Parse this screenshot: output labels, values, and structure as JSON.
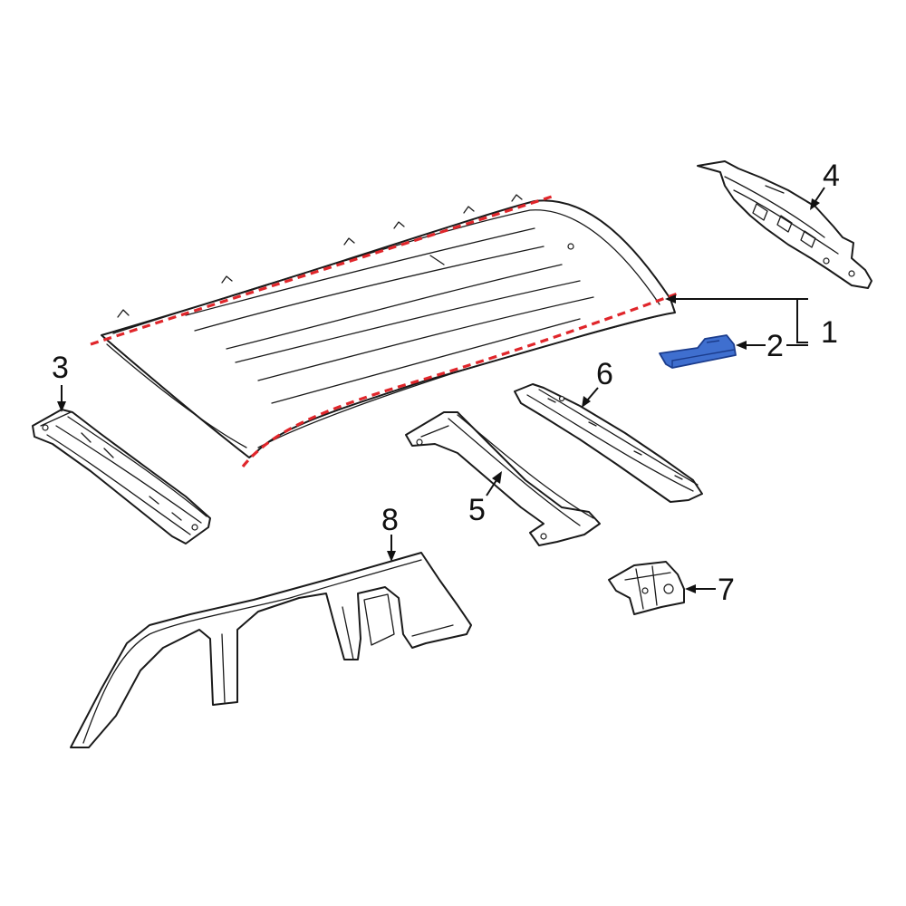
{
  "colors": {
    "line": "#1a1a1a",
    "highlight_fill": "#3f6fcf",
    "highlight_stroke": "#1b3c8c",
    "cut_line": "#e0262b",
    "background": "#ffffff"
  },
  "callouts": {
    "c1": "1",
    "c2": "2",
    "c3": "3",
    "c4": "4",
    "c5": "5",
    "c6": "6",
    "c7": "7",
    "c8": "8"
  },
  "highlighted_part": "2"
}
